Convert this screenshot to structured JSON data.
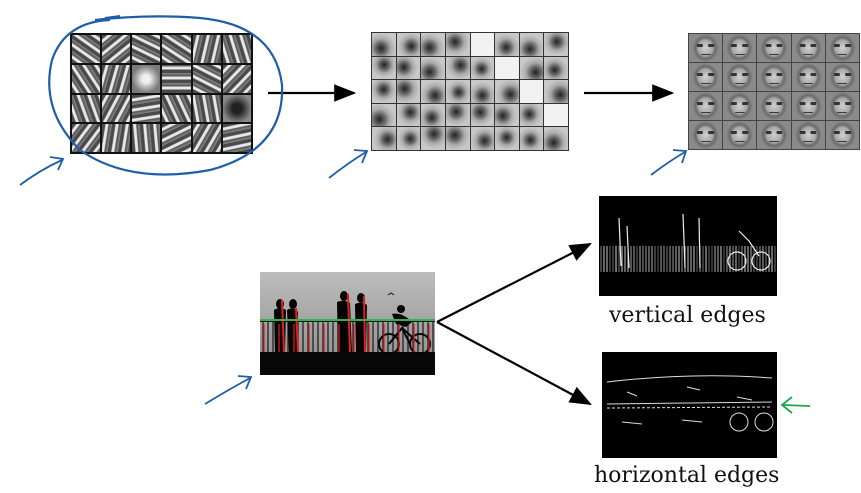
{
  "labels": {
    "vertical": "vertical edges",
    "horizontal": "horizontal edges"
  },
  "panels": [
    {
      "id": "edge-filters",
      "rows": 4,
      "cols": 6
    },
    {
      "id": "part-features",
      "rows": 5,
      "cols": 8
    },
    {
      "id": "face-features",
      "rows": 4,
      "cols": 5
    }
  ],
  "colors": {
    "annotation_blue": "#1f5fa8",
    "annotation_green": "#1aa84a",
    "edge_red": "#e0201a",
    "edge_green": "#2fb34a"
  }
}
